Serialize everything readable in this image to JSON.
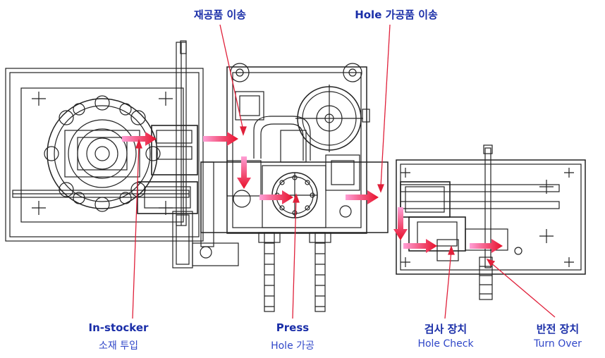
{
  "top_labels": {
    "wip_transfer": "재공품 이송",
    "hole_wip_transfer": "Hole 가공품 이송"
  },
  "bottom_labels": {
    "in_stocker": {
      "title": "In-stocker",
      "sub": "소재 투입"
    },
    "press": {
      "title": "Press",
      "sub": "Hole 가공"
    },
    "inspection": {
      "title": "검사 장치",
      "sub": "Hole Check"
    },
    "reversal": {
      "title": "반전 장치",
      "sub": "Turn Over"
    }
  },
  "colors": {
    "label_blue": "#1a2ea8",
    "pointer_red": "#e0203a",
    "flow_arrow_start": "#ff80c8",
    "flow_arrow_end": "#e8102a",
    "drawing_line": "#222222"
  }
}
